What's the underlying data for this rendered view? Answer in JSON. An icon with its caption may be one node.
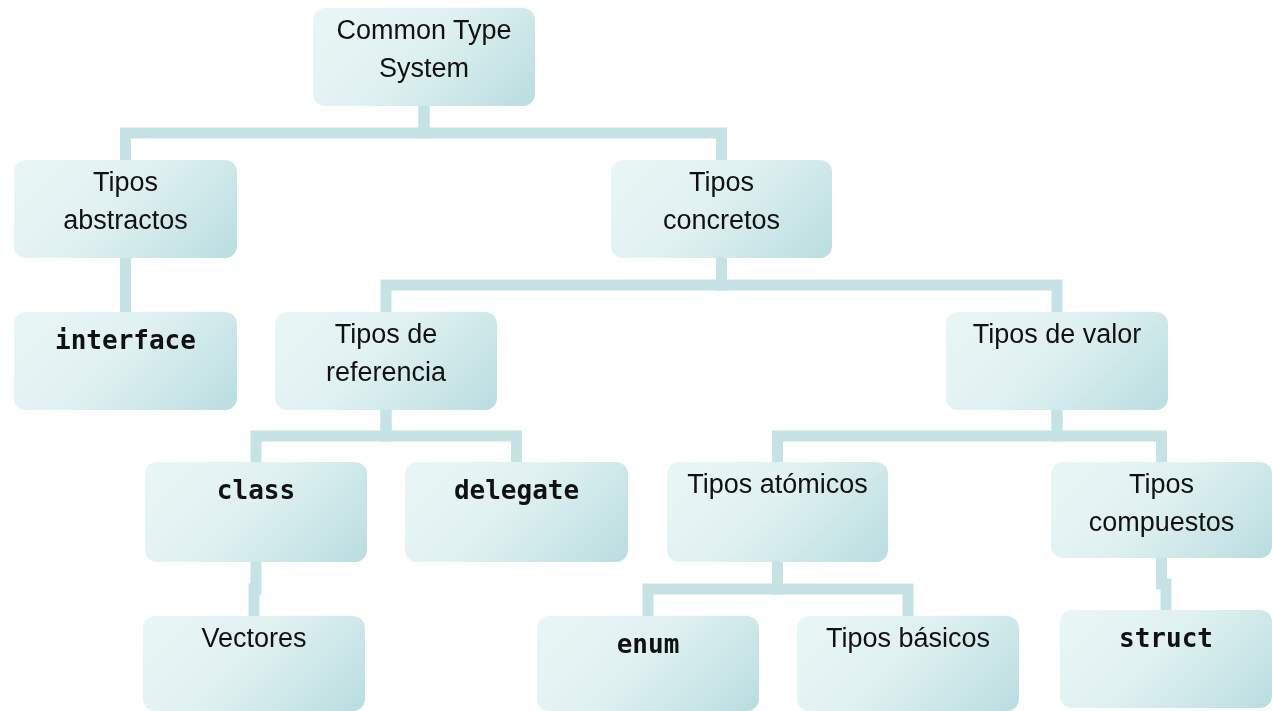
{
  "diagram": {
    "nodes": [
      {
        "text": [
          "Common Type System"
        ]
      },
      {
        "text": [
          "Tipos abstractos"
        ]
      },
      {
        "text": [
          "Tipos concretos"
        ]
      },
      {
        "text": [
          "interface"
        ]
      },
      {
        "text": [
          "Tipos de referencia"
        ]
      },
      {
        "text": [
          "Tipos de valor"
        ]
      },
      {
        "text": [
          "class"
        ]
      },
      {
        "text": [
          "delegate"
        ]
      },
      {
        "text": [
          "Tipos atómicos"
        ]
      },
      {
        "text": [
          "Tipos compuestos"
        ]
      },
      {
        "text": [
          "Vectores"
        ]
      },
      {
        "text": [
          "enum"
        ]
      },
      {
        "text": [
          "Tipos básicos"
        ]
      },
      {
        "text": [
          "struct"
        ]
      }
    ],
    "edges": [
      {
        "from": 0,
        "to": 1,
        "arrow": "none"
      },
      {
        "from": 0,
        "to": 2,
        "arrow": "none"
      },
      {
        "from": 1,
        "to": 3,
        "arrow": "none"
      },
      {
        "from": 2,
        "to": 4,
        "arrow": "none"
      },
      {
        "from": 2,
        "to": 5,
        "arrow": "none"
      },
      {
        "from": 4,
        "to": 6,
        "arrow": "none"
      },
      {
        "from": 4,
        "to": 7,
        "arrow": "none"
      },
      {
        "from": 5,
        "to": 8,
        "arrow": "none"
      },
      {
        "from": 5,
        "to": 9,
        "arrow": "none"
      },
      {
        "from": 6,
        "to": 10,
        "arrow": "none"
      },
      {
        "from": 8,
        "to": 11,
        "arrow": "none"
      },
      {
        "from": 8,
        "to": 12,
        "arrow": "none"
      },
      {
        "from": 9,
        "to": 13,
        "arrow": "none"
      }
    ]
  }
}
